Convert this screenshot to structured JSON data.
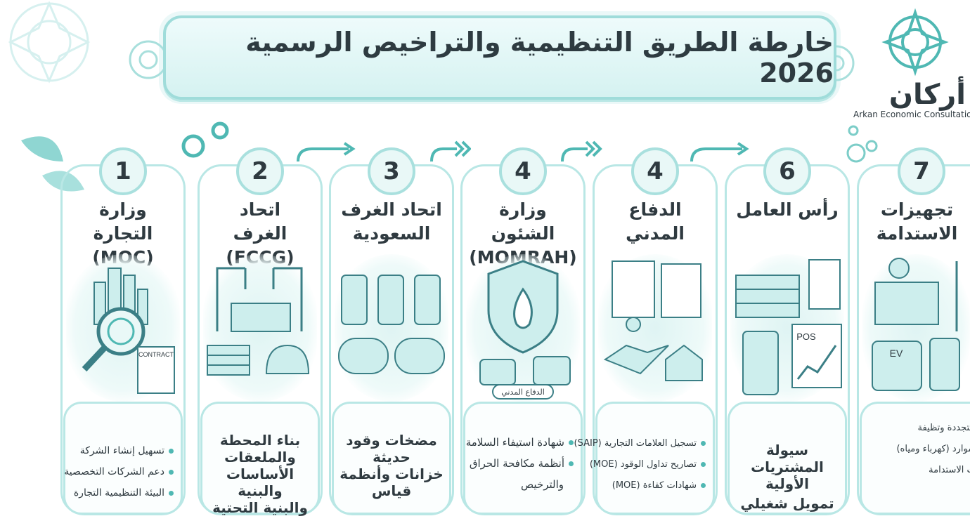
{
  "title": "خارطة الطريق التنظيمية والتراخيص الرسمية 2026",
  "logo": {
    "word": "أركان",
    "subtitle": "Arkan Economic Consultation"
  },
  "colors": {
    "accent": "#4fb8b3",
    "frame": "#b9e7e5",
    "text": "#2f3a40"
  },
  "columns": [
    {
      "number": "1",
      "title": "وزارة التجارة (MOC)",
      "icon": "magnifier-city-icon",
      "illus_label": "CONTRACT",
      "bullets": [
        "تسهيل إنشاء الشركة",
        "دعم الشركات التخصصية",
        "البيئة التنظيمية التجارة"
      ]
    },
    {
      "number": "2",
      "title": "اتحاد الغرف (FCCG)",
      "icon": "construction-cranes-icon",
      "bigtext": [
        "بناء المحطة",
        "والملعقات",
        "الأساسات والبنية",
        "والبنية التحتية"
      ]
    },
    {
      "number": "3",
      "title": "اتحاد الغرف السعودية",
      "icon": "fuel-pumps-icon",
      "bigtext": [
        "مضخات وقود",
        "حديثة",
        "خزانات وأنظمة",
        "قياس"
      ]
    },
    {
      "number": "4",
      "title": "وزارة الشئون (MOMRAH)",
      "icon": "fire-shield-icon",
      "illus_label": "الدفاع المدني",
      "bullets": [
        "شهادة استيفاء السلامة",
        "أنظمة مكافحة الحراق",
        "والترخيص"
      ]
    },
    {
      "number": "4",
      "title": "الدفاع المدني",
      "icon": "certificates-handshake-icon",
      "bullets": [
        "تسجيل العلامات التجارية (SAIP)",
        "تصاريح تداول الوقود (MOE)",
        "شهادات كفاءة (MOE)"
      ]
    },
    {
      "number": "6",
      "title": "رأس العامل",
      "icon": "cash-pos-icon",
      "illus_label": "POS",
      "bigtext": [
        "سيولة المشتريات",
        "الأولية",
        "تمويل شغيلي"
      ]
    },
    {
      "number": "7",
      "title": "تجهيزات الاستدامة",
      "icon": "solar-ev-icon",
      "illus_label": "EV",
      "bullets": [
        "طاقة متجددة وتظيفة",
        "كفاءة موارد (كهرباء ومياه)",
        "شهادات الاستدامة"
      ]
    }
  ]
}
